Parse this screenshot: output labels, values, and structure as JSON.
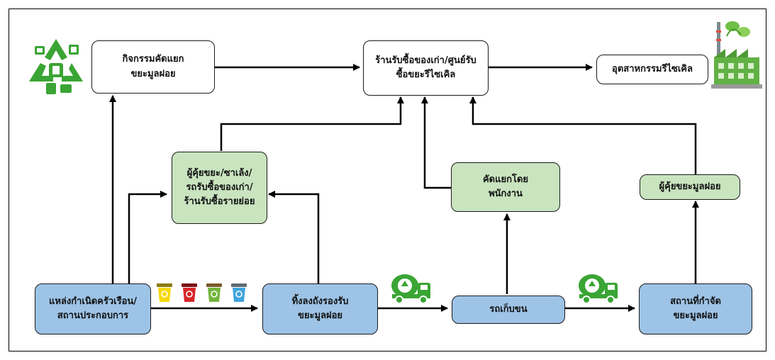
{
  "boxes": {
    "sorting": [
      "กิจกรรมคัดแยก",
      "ขยะมูลฝอย"
    ],
    "buyback": [
      "ร้านรับซื้อของเก่า/ศูนย์รับ",
      "ซื้อขยะรีไซเคิล"
    ],
    "industry": [
      "อุตสาหกรรมรีไซเคิล"
    ],
    "collectors": [
      "ผู้คุ้ยขยะ/ซาเล้ง/",
      "รถรับซื้อของเก่า/",
      "ร้านรับซื้อรายย่อย"
    ],
    "staff_sorting": [
      "คัดแยกโดย",
      "พนักงาน"
    ],
    "waste_pickers": [
      "ผู้คุ้ยขยะมูลฝอย"
    ],
    "households": [
      "แหล่งกำเนิดครัวเรือน/",
      "สถานประกอบการ"
    ],
    "bins": [
      "ทิ้งลงถังรองรับ",
      "ขยะมูลฝอย"
    ],
    "truck": [
      "รถเก็บขน"
    ],
    "disposal": [
      "สถานที่กำจัด",
      "ขยะมูลฝอย"
    ]
  },
  "icons": [
    "recycle-collage-icon",
    "factory-icon",
    "yellow-bin-icon",
    "red-bin-icon",
    "green-bin-icon",
    "blue-bin-icon",
    "garbage-truck-icon"
  ],
  "colors": {
    "green_box": "#c9e4bf",
    "blue_box": "#9dc3e6",
    "white_box": "#ffffff",
    "recycle_green": "#3aa535",
    "bin_yellow": "#f5d90a",
    "bin_red": "#d7262b",
    "bin_green": "#73b53c",
    "bin_blue": "#3fa4dc"
  }
}
